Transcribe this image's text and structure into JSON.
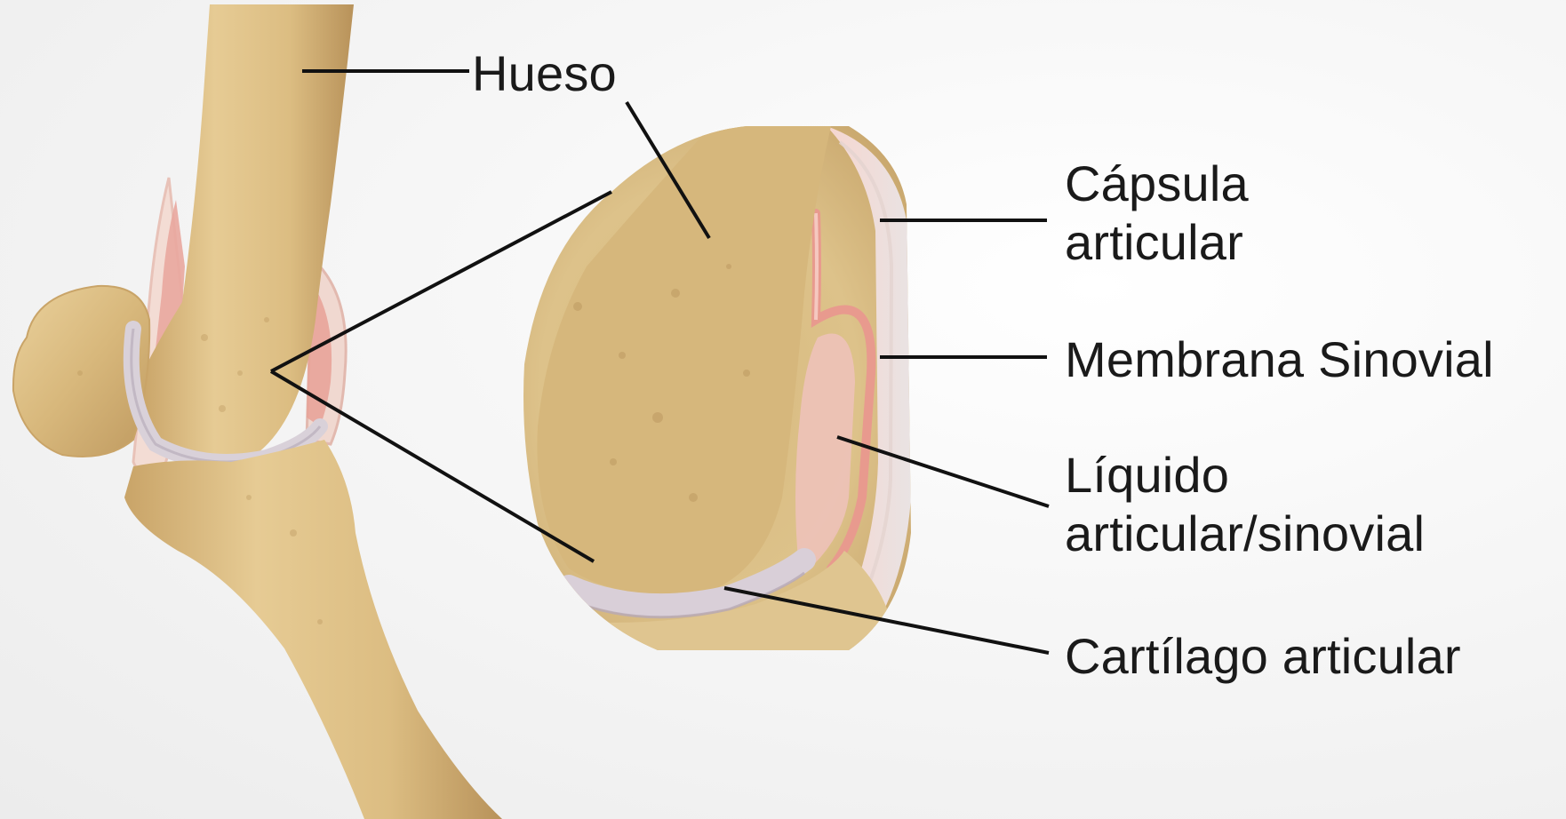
{
  "labels": {
    "hueso": "Hueso",
    "capsula_line1": "Cápsula",
    "capsula_line2": "articular",
    "membrana": "Membrana Sinovial",
    "liquido_line1": "Líquido",
    "liquido_line2": "articular/sinovial",
    "cartilago": "Cartílago articular"
  },
  "colors": {
    "bone": "#e2c48c",
    "bone_shade": "#c9a66a",
    "cartilage": "#d8d0d8",
    "synovial": "#e8a39a",
    "capsule": "#efe4e0",
    "leader_line": "#111111"
  }
}
